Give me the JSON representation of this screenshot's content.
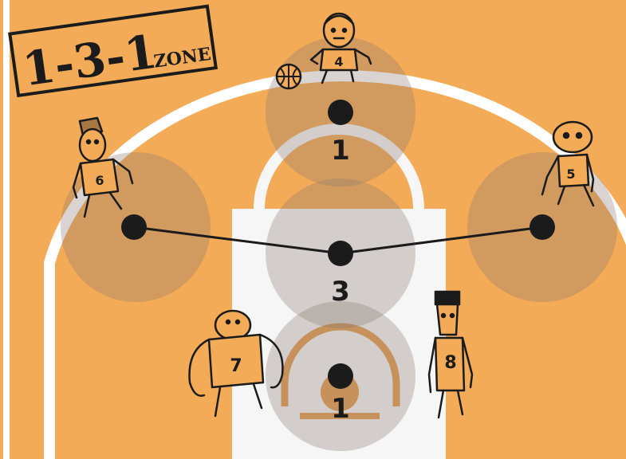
{
  "title": {
    "prefix": "1-3-1",
    "suffix": "ZONE"
  },
  "zone_labels": {
    "top": "1",
    "middle": "3",
    "bottom": "1"
  },
  "players": [
    {
      "jersey": "4",
      "role": "ball-handler"
    },
    {
      "jersey": "6",
      "role": "left-wing"
    },
    {
      "jersey": "5",
      "role": "right-wing"
    },
    {
      "jersey": "7",
      "role": "low-post"
    },
    {
      "jersey": "8",
      "role": "low-post"
    }
  ],
  "colors": {
    "court": "#f3ab57",
    "lines": "#ffffff",
    "paint": "#f5f5f5",
    "defender": "#1b1b1b",
    "coverage_zone": "#c9a07a",
    "rim": "#e39c50"
  }
}
